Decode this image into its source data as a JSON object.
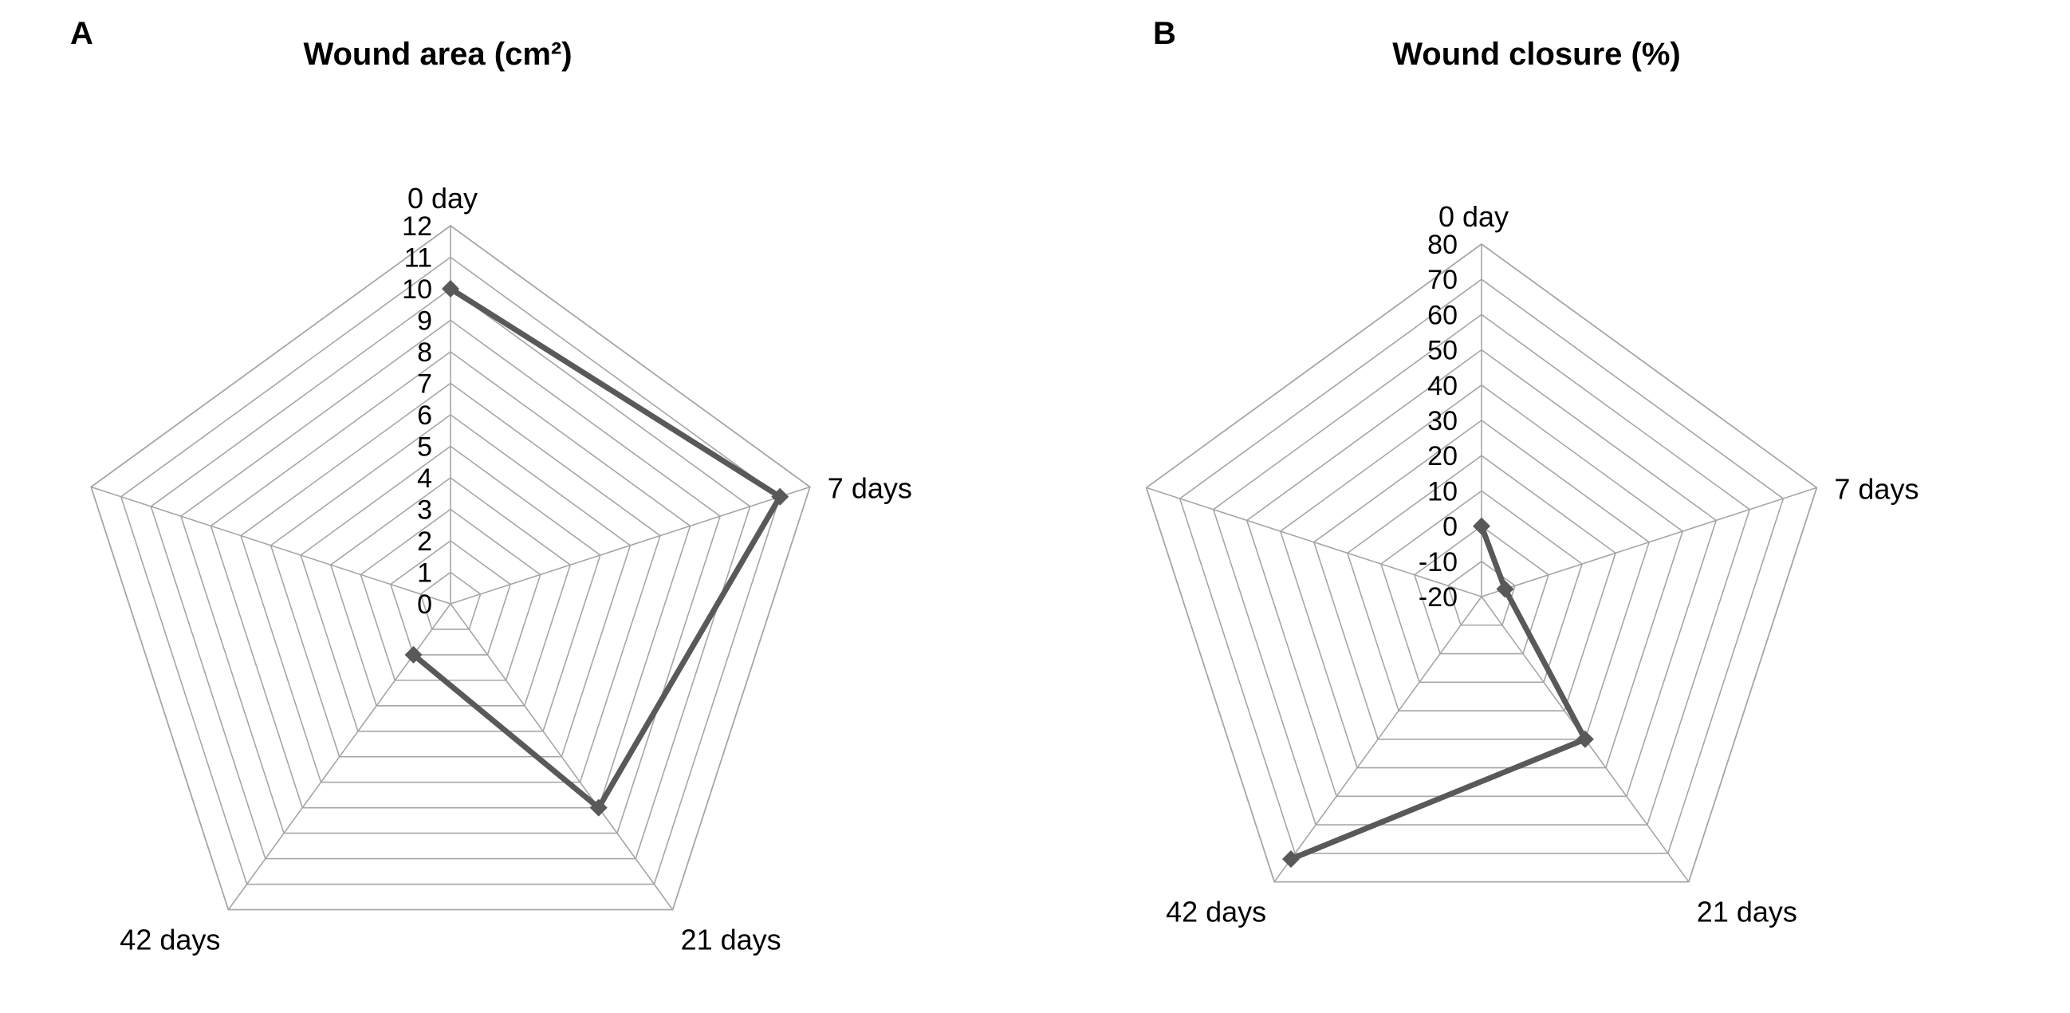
{
  "figure": {
    "background": "#ffffff",
    "series_color": "#595959",
    "grid_color": "#a6a6a6"
  },
  "panels": [
    {
      "letter": "A",
      "title": "Wound area (cm²)",
      "categories": [
        "0 day",
        "7 days",
        "21 days",
        "42 days"
      ],
      "tick_labels": [
        "12",
        "11",
        "10",
        "9",
        "8",
        "7",
        "6",
        "5",
        "4",
        "3",
        "2",
        "1",
        "0"
      ]
    },
    {
      "letter": "B",
      "title": "Wound closure (%)",
      "categories": [
        "0 day",
        "7 days",
        "21 days",
        "42 days"
      ],
      "tick_labels": [
        "80",
        "70",
        "60",
        "50",
        "40",
        "30",
        "20",
        "10",
        "0",
        "-10",
        "-20"
      ]
    }
  ],
  "chart_data": [
    {
      "type": "radar",
      "title": "Wound area (cm²)",
      "panel": "A",
      "categories": [
        "0 day",
        "7 days",
        "21 days",
        "42 days",
        "(unlabeled 5th axis)"
      ],
      "axes_count": 5,
      "labeled_axes": [
        "0 day",
        "7 days",
        "21 days",
        "42 days"
      ],
      "values": [
        10,
        11,
        8,
        2
      ],
      "series": [
        {
          "name": "Wound area",
          "values": [
            10,
            11,
            8,
            2
          ],
          "color": "#595959",
          "marker": "diamond"
        }
      ],
      "rlim": [
        0,
        12
      ],
      "rticks": [
        0,
        1,
        2,
        3,
        4,
        5,
        6,
        7,
        8,
        9,
        10,
        11,
        12
      ],
      "rtick_labels": [
        "0",
        "1",
        "2",
        "3",
        "4",
        "5",
        "6",
        "7",
        "8",
        "9",
        "10",
        "11",
        "12"
      ],
      "xlabel": "",
      "ylabel": "Wound area (cm²)",
      "grid": true,
      "legend": "none",
      "open_polygon": true,
      "note": "Line is open - it spans 0 day → 7 days → 21 days → 42 days only."
    },
    {
      "type": "radar",
      "title": "Wound closure (%)",
      "panel": "B",
      "categories": [
        "0 day",
        "7 days",
        "21 days",
        "42 days",
        "(unlabeled 5th axis)"
      ],
      "axes_count": 5,
      "labeled_axes": [
        "0 day",
        "7 days",
        "21 days",
        "42 days"
      ],
      "values": [
        0,
        -13,
        30,
        72
      ],
      "series": [
        {
          "name": "Wound closure",
          "values": [
            0,
            -13,
            30,
            72
          ],
          "color": "#595959",
          "marker": "diamond"
        }
      ],
      "rlim": [
        -20,
        80
      ],
      "rticks": [
        -20,
        -10,
        0,
        10,
        20,
        30,
        40,
        50,
        60,
        70,
        80
      ],
      "rtick_labels": [
        "-20",
        "-10",
        "0",
        "10",
        "20",
        "30",
        "40",
        "50",
        "60",
        "70",
        "80"
      ],
      "xlabel": "",
      "ylabel": "Wound closure (%)",
      "grid": true,
      "legend": "none",
      "open_polygon": true,
      "note": "Line is open - it spans 0 day → 7 days → 21 days → 42 days only."
    }
  ]
}
